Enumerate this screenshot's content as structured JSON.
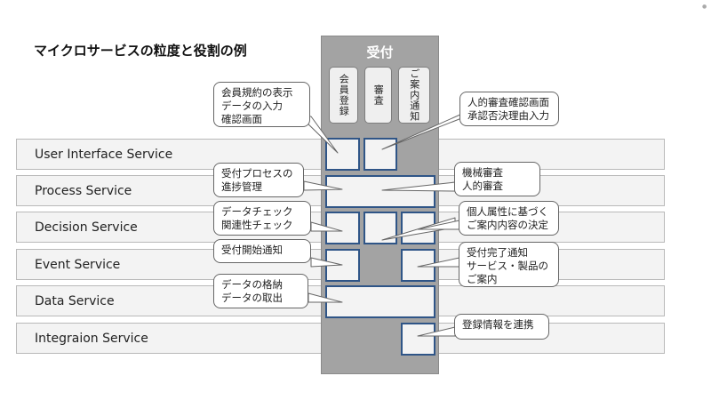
{
  "title": "マイクロサービスの粒度と役割の例",
  "column": {
    "title": "受付",
    "subs": [
      "会員登録",
      "審査",
      "ご案内通知"
    ]
  },
  "layers": [
    "User Interface Service",
    "Process Service",
    "Decision Service",
    "Event Service",
    "Data Service",
    "Integraion Service"
  ],
  "callouts": {
    "ui_left": "会員規約の表示\nデータの入力\n確認画面",
    "ui_right": "人的審査確認画面\n承認否決理由入力",
    "process_left": "受付プロセスの\n進捗管理",
    "process_right": "機械審査\n人的審査",
    "decision_left": "データチェック\n関連性チェック",
    "decision_right": "個人属性に基づく\nご案内内容の決定",
    "event_left": "受付開始通知",
    "event_right": "受付完了通知\nサービス・製品の\nご案内",
    "data_left": "データの格納\nデータの取出",
    "integration_right": "登録情報を連携"
  }
}
